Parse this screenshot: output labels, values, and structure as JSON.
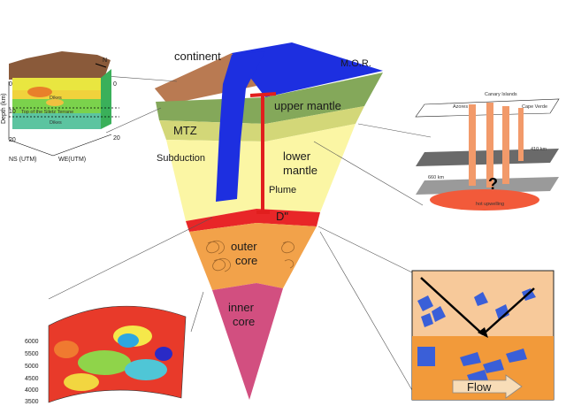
{
  "main_section": {
    "layers": {
      "continent": "continent",
      "mor": "M.O.R.",
      "upper_mantle": "upper mantle",
      "mtz": "MTZ",
      "subduction": "Subduction",
      "lower_mantle_1": "lower",
      "lower_mantle_2": "mantle",
      "plume": "Plume",
      "d_double_prime": "D\"",
      "outer_core_1": "outer",
      "outer_core_2": "core",
      "inner_core_1": "inner",
      "inner_core_2": "core"
    },
    "colors": {
      "continent": "#b97a52",
      "ocean_slab": "#1d2fe0",
      "upper_mantle": "#84a85a",
      "mtz": "#d3d778",
      "lower_mantle": "#fbf6a4",
      "d_layer": "#e82628",
      "outer_core": "#f2a24a",
      "inner_core": "#d24f80",
      "plume": "#e11e1e"
    }
  },
  "inset_topleft": {
    "axis_depth": "Depth (km)",
    "ticks_depth": [
      "0",
      "10",
      "20"
    ],
    "ticks_right": [
      "0",
      "20"
    ],
    "ns_label": "NS (UTM)",
    "we_label": "WE(UTM)",
    "north": "N",
    "labels": [
      "Dikes",
      "Top of the Siletz Terrane",
      "Dikes"
    ]
  },
  "inset_topright": {
    "canary": "Canary Islands",
    "azores": "Azores",
    "cape_verde": "Cape Verde",
    "depth_410": "410 km",
    "depth_660": "660 km",
    "hot": "hot upwelling",
    "question": "?"
  },
  "inset_bottomleft": {
    "ticks": [
      "6000",
      "5500",
      "5000",
      "4500",
      "4000",
      "3500"
    ]
  },
  "inset_bottomright": {
    "flow": "Flow"
  }
}
